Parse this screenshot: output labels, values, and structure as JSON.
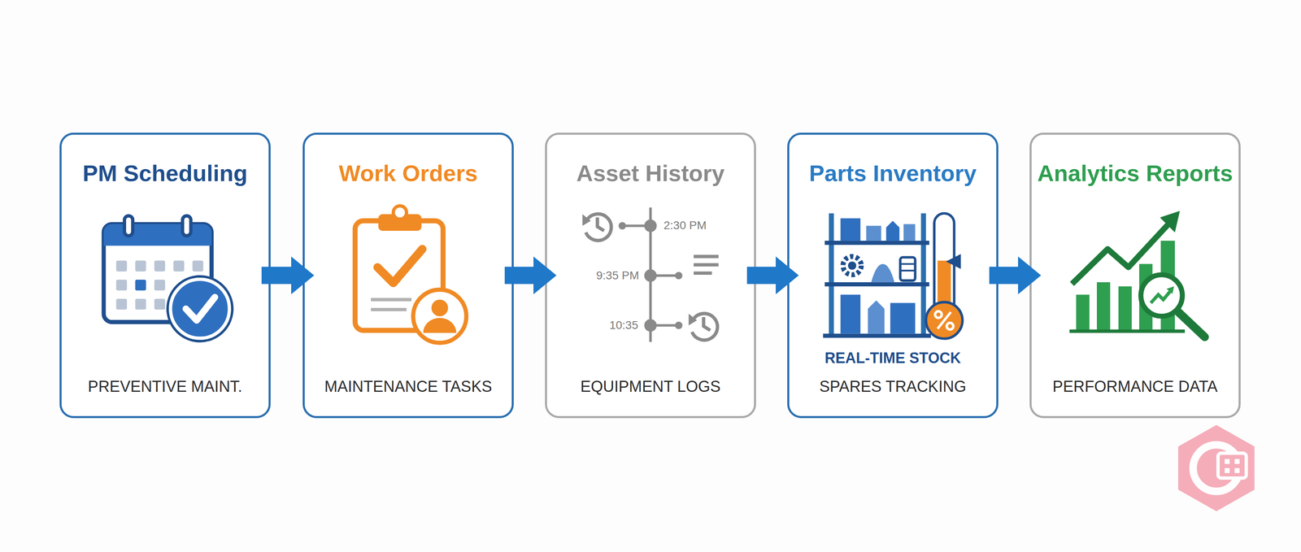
{
  "diagram": {
    "nodes": [
      {
        "text": [
          "PM Scheduling",
          "PREVENTIVE MAINT."
        ]
      },
      {
        "text": [
          "Work Orders",
          "MAINTENANCE TASKS"
        ]
      },
      {
        "text": [
          "Asset History",
          "EQUIPMENT LOGS"
        ]
      },
      {
        "text": [
          "Parts Inventory",
          "REAL-TIME STOCK",
          "SPARES TRACKING"
        ]
      },
      {
        "text": [
          "Analytics Reports",
          "PERFORMANCE DATA"
        ]
      }
    ],
    "edges": [
      {
        "from": 0,
        "to": 1,
        "arrow": "to"
      },
      {
        "from": 1,
        "to": 2,
        "arrow": "to"
      },
      {
        "from": 2,
        "to": 3,
        "arrow": "to"
      },
      {
        "from": 3,
        "to": 4,
        "arrow": "to"
      }
    ],
    "labels": [
      "2:30 PM",
      "9:35 PM",
      "10:35"
    ]
  }
}
